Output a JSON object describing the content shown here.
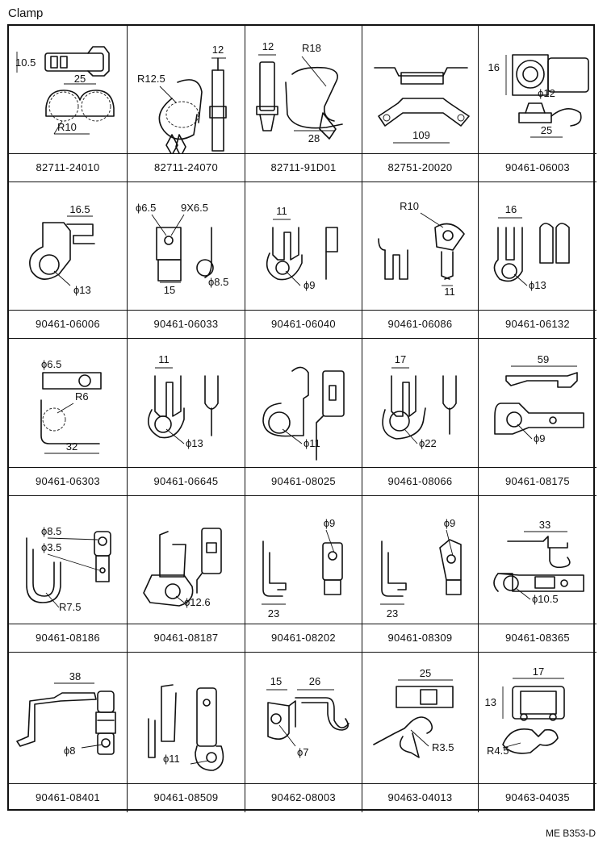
{
  "title": "Clamp",
  "figure_code": "ME B353-D",
  "rows": [
    [
      {
        "part": "82711-24010",
        "dims": [
          "10.5",
          "25",
          "R10"
        ]
      },
      {
        "part": "82711-24070",
        "dims": [
          "12",
          "R12.5"
        ]
      },
      {
        "part": "82711-91D01",
        "dims": [
          "12",
          "R18",
          "28"
        ]
      },
      {
        "part": "82751-20020",
        "dims": [
          "109"
        ]
      },
      {
        "part": "90461-06003",
        "dims": [
          "16",
          "ϕ12",
          "25"
        ]
      }
    ],
    [
      {
        "part": "90461-06006",
        "dims": [
          "16.5",
          "ϕ13"
        ]
      },
      {
        "part": "90461-06033",
        "dims": [
          "ϕ6.5",
          "9X6.5",
          "15",
          "ϕ8.5"
        ]
      },
      {
        "part": "90461-06040",
        "dims": [
          "11",
          "ϕ9"
        ]
      },
      {
        "part": "90461-06086",
        "dims": [
          "R10",
          "11"
        ]
      },
      {
        "part": "90461-06132",
        "dims": [
          "16",
          "ϕ13"
        ]
      }
    ],
    [
      {
        "part": "90461-06303",
        "dims": [
          "ϕ6.5",
          "R6",
          "32"
        ]
      },
      {
        "part": "90461-06645",
        "dims": [
          "11",
          "ϕ13"
        ]
      },
      {
        "part": "90461-08025",
        "dims": [
          "ϕ11"
        ]
      },
      {
        "part": "90461-08066",
        "dims": [
          "17",
          "ϕ22"
        ]
      },
      {
        "part": "90461-08175",
        "dims": [
          "59",
          "ϕ9"
        ]
      }
    ],
    [
      {
        "part": "90461-08186",
        "dims": [
          "ϕ8.5",
          "ϕ3.5",
          "R7.5"
        ]
      },
      {
        "part": "90461-08187",
        "dims": [
          "ϕ12.6"
        ]
      },
      {
        "part": "90461-08202",
        "dims": [
          "ϕ9",
          "23"
        ]
      },
      {
        "part": "90461-08309",
        "dims": [
          "ϕ9",
          "23"
        ]
      },
      {
        "part": "90461-08365",
        "dims": [
          "33",
          "ϕ10.5"
        ]
      }
    ],
    [
      {
        "part": "90461-08401",
        "dims": [
          "38",
          "ϕ8"
        ]
      },
      {
        "part": "90461-08509",
        "dims": [
          "ϕ11"
        ]
      },
      {
        "part": "90462-08003",
        "dims": [
          "15",
          "26",
          "ϕ7"
        ]
      },
      {
        "part": "90463-04013",
        "dims": [
          "25",
          "R3.5"
        ]
      },
      {
        "part": "90463-04035",
        "dims": [
          "17",
          "13",
          "R4.5"
        ]
      }
    ]
  ]
}
